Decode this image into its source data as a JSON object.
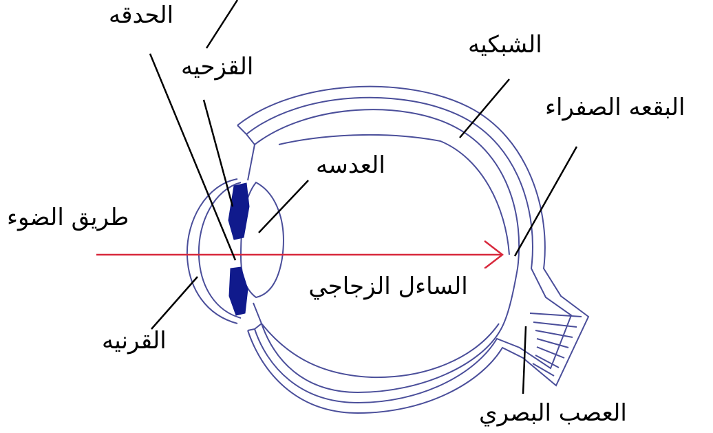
{
  "labels": {
    "pupil": "الحدقه",
    "iris": "القزحيه",
    "retina": "الشبكيه",
    "blind_spot": "البقعه الصفراء",
    "lens": "العدسه",
    "light_path": "طريق الضوء",
    "vitreous_humor": "الساءل الزجاجي",
    "cornea": "القرنيه",
    "optic_nerve": "العصب البصري"
  },
  "colors": {
    "outline": "#4a4e9a",
    "iris_fill": "#101a8c",
    "light_ray": "#d8283c",
    "leader": "#000000",
    "background": "#ffffff"
  }
}
